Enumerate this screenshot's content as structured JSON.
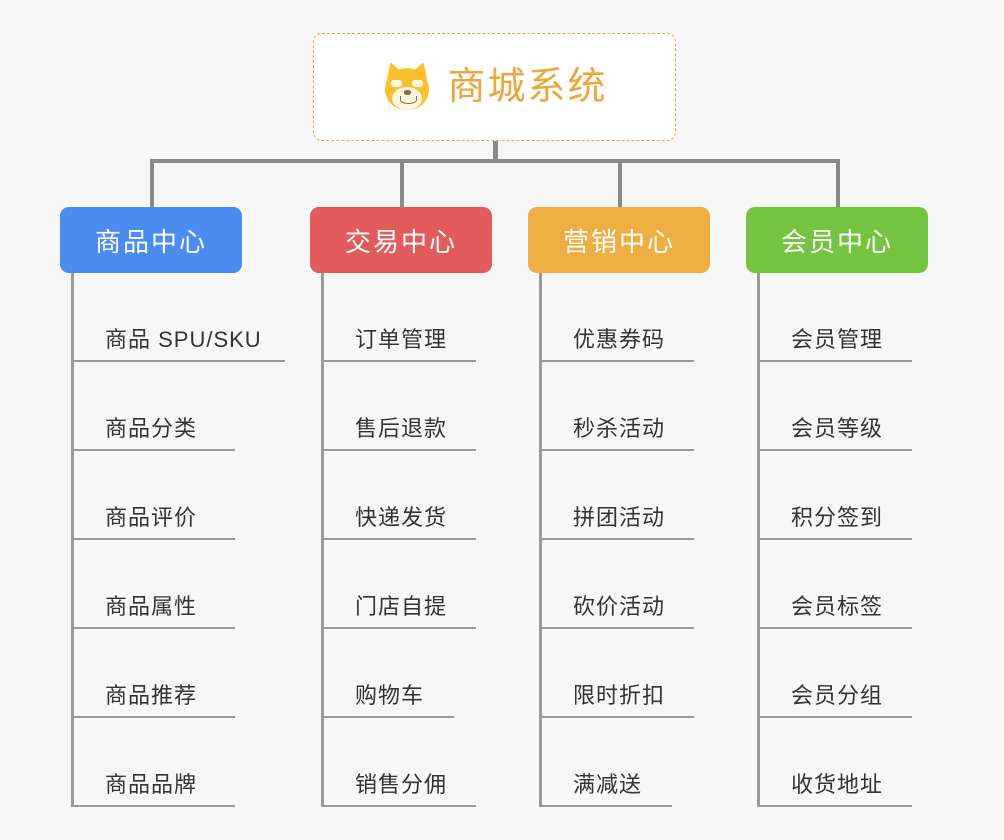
{
  "background_color": "#f7f7f7",
  "root": {
    "label": "商城系统",
    "icon": "shiba-inu-face-icon",
    "text_color": "#eaa73c",
    "border_color": "#e9a73e",
    "fill_color": "#ffffff"
  },
  "connector_color": "#8a8a8a",
  "columns": [
    {
      "label": "商品中心",
      "color": "#4a8cf0",
      "items": [
        "商品 SPU/SKU",
        "商品分类",
        "商品评价",
        "商品属性",
        "商品推荐",
        "商品品牌"
      ]
    },
    {
      "label": "交易中心",
      "color": "#e25c5c",
      "items": [
        "订单管理",
        "售后退款",
        "快递发货",
        "门店自提",
        "购物车",
        "销售分佣"
      ]
    },
    {
      "label": "营销中心",
      "color": "#eeae42",
      "items": [
        "优惠券码",
        "秒杀活动",
        "拼团活动",
        "砍价活动",
        "限时折扣",
        "满减送"
      ]
    },
    {
      "label": "会员中心",
      "color": "#75c43f",
      "items": [
        "会员管理",
        "会员等级",
        "积分签到",
        "会员标签",
        "会员分组",
        "收货地址"
      ]
    }
  ]
}
